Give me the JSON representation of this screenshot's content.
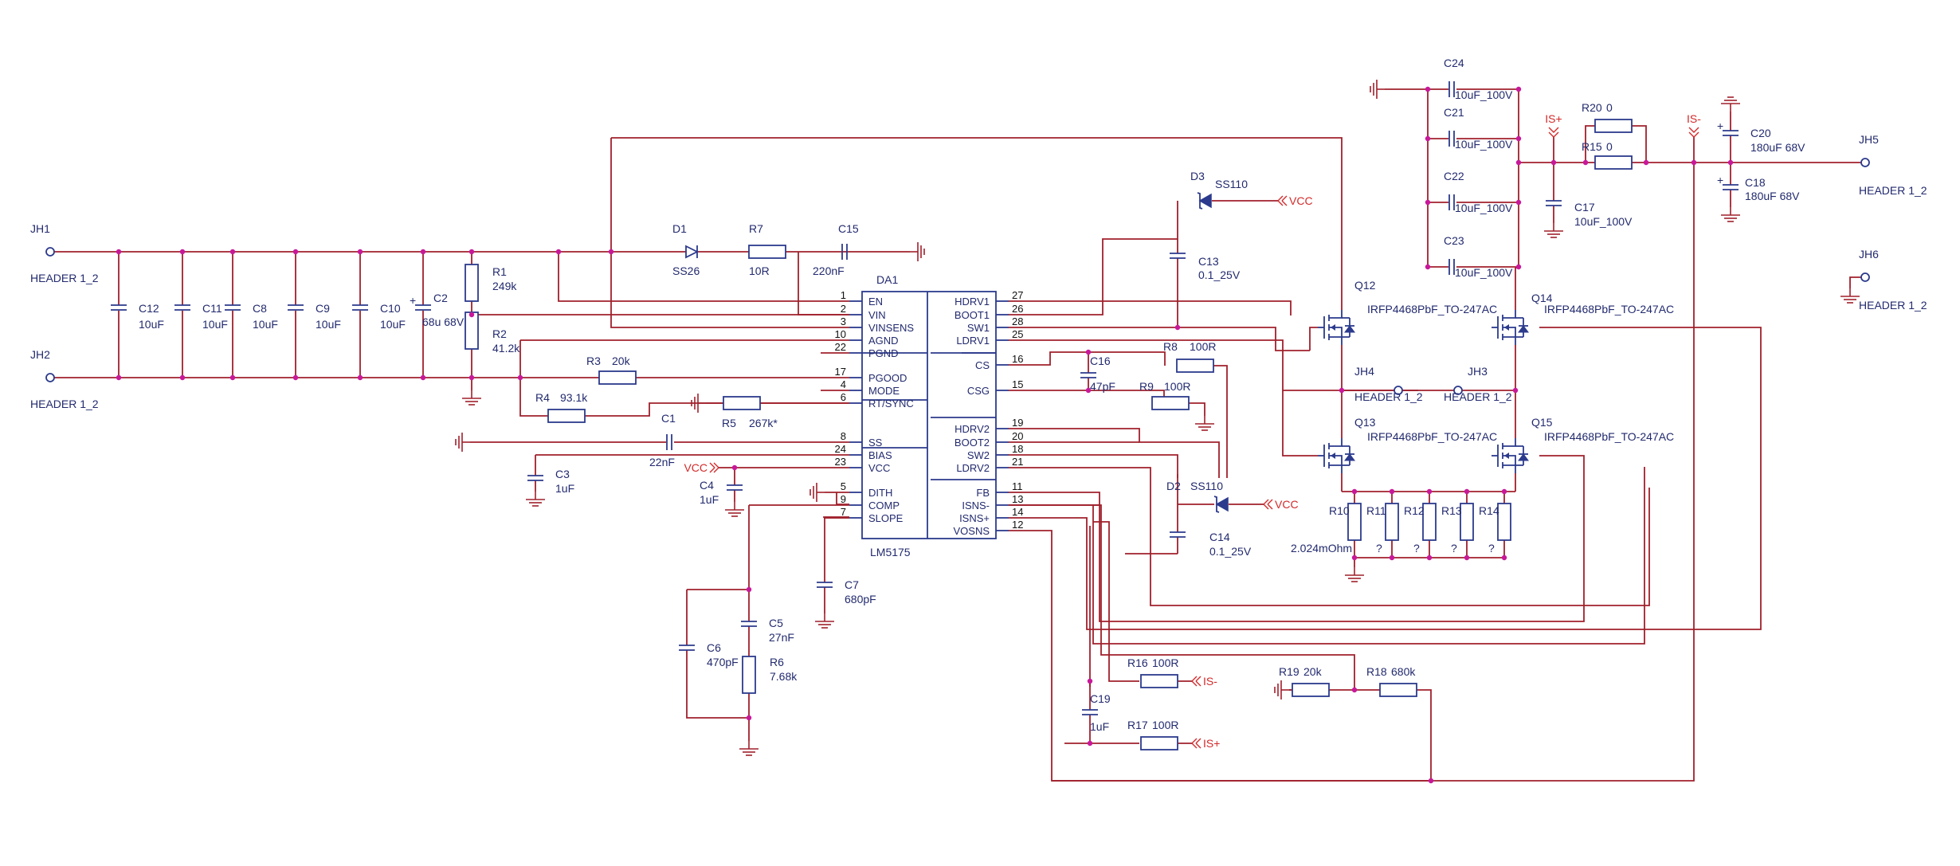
{
  "ic": {
    "ref": "DA1",
    "part": "LM5175",
    "left_pins": [
      {
        "num": "1",
        "name": "EN"
      },
      {
        "num": "2",
        "name": "VIN"
      },
      {
        "num": "3",
        "name": "VINSENS"
      },
      {
        "num": "10",
        "name": "AGND"
      },
      {
        "num": "22",
        "name": "PGND"
      },
      {
        "num": "17",
        "name": "PGOOD"
      },
      {
        "num": "4",
        "name": "MODE"
      },
      {
        "num": "6",
        "name": "RT/SYNC"
      },
      {
        "num": "8",
        "name": "SS"
      },
      {
        "num": "24",
        "name": "BIAS"
      },
      {
        "num": "23",
        "name": "VCC"
      },
      {
        "num": "5",
        "name": "DITH"
      },
      {
        "num": "9",
        "name": "COMP"
      },
      {
        "num": "7",
        "name": "SLOPE"
      }
    ],
    "right_pins": [
      {
        "num": "27",
        "name": "HDRV1"
      },
      {
        "num": "26",
        "name": "BOOT1"
      },
      {
        "num": "28",
        "name": "SW1"
      },
      {
        "num": "25",
        "name": "LDRV1"
      },
      {
        "num": "16",
        "name": "CS"
      },
      {
        "num": "15",
        "name": "CSG"
      },
      {
        "num": "19",
        "name": "HDRV2"
      },
      {
        "num": "20",
        "name": "BOOT2"
      },
      {
        "num": "18",
        "name": "SW2"
      },
      {
        "num": "21",
        "name": "LDRV2"
      },
      {
        "num": "11",
        "name": "FB"
      },
      {
        "num": "13",
        "name": "ISNS-"
      },
      {
        "num": "14",
        "name": "ISNS+"
      },
      {
        "num": "12",
        "name": "VOSNS"
      }
    ]
  },
  "components": [
    {
      "id": "jh1",
      "ref": "JH1",
      "value": "HEADER 1_2"
    },
    {
      "id": "jh2",
      "ref": "JH2",
      "value": "HEADER 1_2"
    },
    {
      "id": "c12",
      "ref": "C12",
      "value": "10uF"
    },
    {
      "id": "c11",
      "ref": "C11",
      "value": "10uF"
    },
    {
      "id": "c8",
      "ref": "C8",
      "value": "10uF"
    },
    {
      "id": "c9",
      "ref": "C9",
      "value": "10uF"
    },
    {
      "id": "c10",
      "ref": "C10",
      "value": "10uF"
    },
    {
      "id": "c2",
      "ref": "C2",
      "value": "68u 68V"
    },
    {
      "id": "r1",
      "ref": "R1",
      "value": "249k"
    },
    {
      "id": "r2",
      "ref": "R2",
      "value": "41.2k"
    },
    {
      "id": "r3",
      "ref": "R3",
      "value": "20k"
    },
    {
      "id": "r4",
      "ref": "R4",
      "value": "93.1k"
    },
    {
      "id": "r5",
      "ref": "R5",
      "value": "267k*"
    },
    {
      "id": "c1",
      "ref": "C1",
      "value": "22nF"
    },
    {
      "id": "c3",
      "ref": "C3",
      "value": "1uF"
    },
    {
      "id": "c4",
      "ref": "C4",
      "value": "1uF"
    },
    {
      "id": "c5",
      "ref": "C5",
      "value": "27nF"
    },
    {
      "id": "c6",
      "ref": "C6",
      "value": "470pF"
    },
    {
      "id": "c7",
      "ref": "C7",
      "value": "680pF"
    },
    {
      "id": "r6",
      "ref": "R6",
      "value": "7.68k"
    },
    {
      "id": "d1",
      "ref": "D1",
      "value": "SS26"
    },
    {
      "id": "r7",
      "ref": "R7",
      "value": "10R"
    },
    {
      "id": "c15",
      "ref": "C15",
      "value": "220nF"
    },
    {
      "id": "d3",
      "ref": "D3",
      "value": "SS110"
    },
    {
      "id": "c13",
      "ref": "C13",
      "value": "0.1_25V"
    },
    {
      "id": "c16",
      "ref": "C16",
      "value": "47pF"
    },
    {
      "id": "r8",
      "ref": "R8",
      "value": "100R"
    },
    {
      "id": "r9",
      "ref": "R9",
      "value": "100R"
    },
    {
      "id": "d2",
      "ref": "D2",
      "value": "SS110"
    },
    {
      "id": "c14",
      "ref": "C14",
      "value": "0.1_25V"
    },
    {
      "id": "q12",
      "ref": "Q12",
      "value": "IRFP4468PbF_TO-247AC"
    },
    {
      "id": "q13",
      "ref": "Q13",
      "value": "IRFP4468PbF_TO-247AC"
    },
    {
      "id": "q14",
      "ref": "Q14",
      "value": "IRFP4468PbF_TO-247AC"
    },
    {
      "id": "q15",
      "ref": "Q15",
      "value": "IRFP4468PbF_TO-247AC"
    },
    {
      "id": "jh4",
      "ref": "JH4",
      "value": "HEADER 1_2"
    },
    {
      "id": "jh3",
      "ref": "JH3",
      "value": "HEADER 1_2"
    },
    {
      "id": "r10",
      "ref": "R10",
      "value": "2.024mOhm"
    },
    {
      "id": "r11",
      "ref": "R11",
      "value": "?"
    },
    {
      "id": "r12",
      "ref": "R12",
      "value": "?"
    },
    {
      "id": "r13",
      "ref": "R13",
      "value": "?"
    },
    {
      "id": "r14",
      "ref": "R14",
      "value": "?"
    },
    {
      "id": "c24",
      "ref": "C24",
      "value": "10uF_100V"
    },
    {
      "id": "c21",
      "ref": "C21",
      "value": "10uF_100V"
    },
    {
      "id": "c22",
      "ref": "C22",
      "value": "10uF_100V"
    },
    {
      "id": "c23",
      "ref": "C23",
      "value": "10uF_100V"
    },
    {
      "id": "c17",
      "ref": "C17",
      "value": "10uF_100V"
    },
    {
      "id": "r20",
      "ref": "R20",
      "value": "0"
    },
    {
      "id": "r15",
      "ref": "R15",
      "value": "0"
    },
    {
      "id": "c20",
      "ref": "C20",
      "value": "180uF 68V"
    },
    {
      "id": "c18",
      "ref": "C18",
      "value": "180uF 68V"
    },
    {
      "id": "jh5",
      "ref": "JH5",
      "value": "HEADER 1_2"
    },
    {
      "id": "jh6",
      "ref": "JH6",
      "value": "HEADER 1_2"
    },
    {
      "id": "r16",
      "ref": "R16",
      "value": "100R"
    },
    {
      "id": "r17",
      "ref": "R17",
      "value": "100R"
    },
    {
      "id": "c19",
      "ref": "C19",
      "value": "1uF"
    },
    {
      "id": "r19",
      "ref": "R19",
      "value": "20k"
    },
    {
      "id": "r18",
      "ref": "R18",
      "value": "680k"
    }
  ],
  "nets": {
    "vcc": "VCC",
    "is_plus": "IS+",
    "is_minus": "IS-"
  },
  "colors": {
    "wire": "#a0202c",
    "component": "#2b3a8c",
    "junction": "#c8189a",
    "net_label": "#d42a2a"
  }
}
